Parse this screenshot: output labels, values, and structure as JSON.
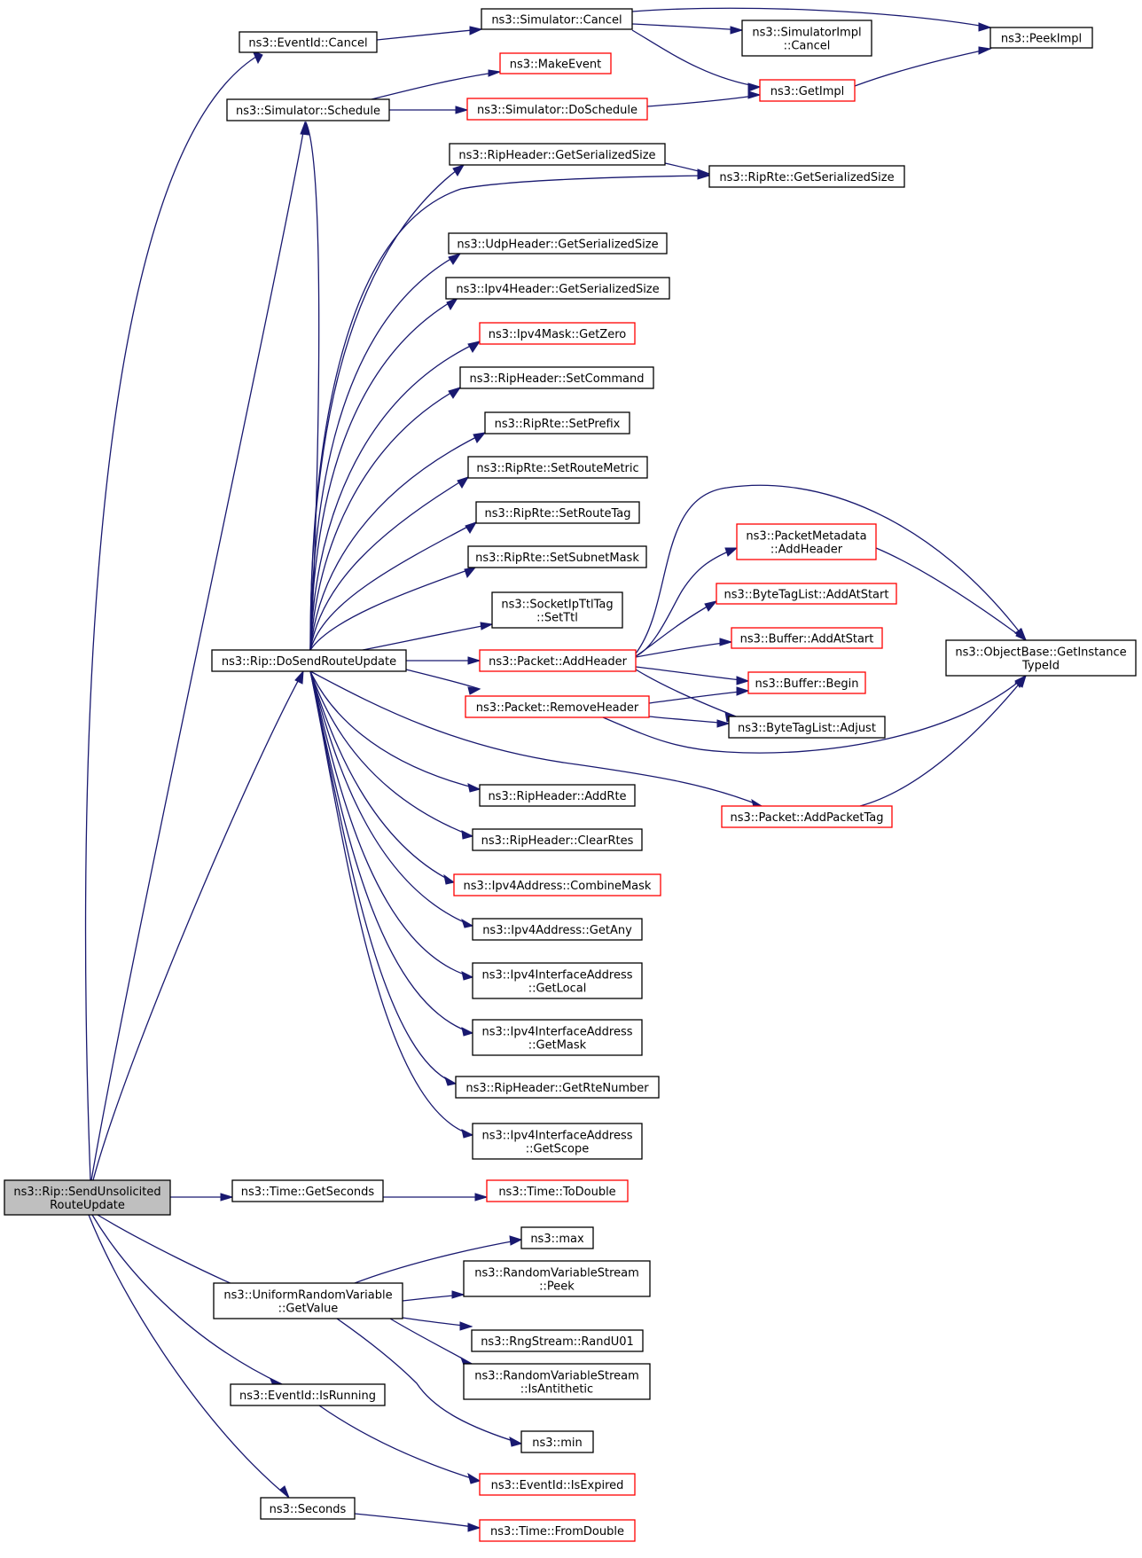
{
  "diagram": {
    "edge_color": "#191970",
    "red_border_color": "#ff0000",
    "root_fill_color": "#bfbfbf",
    "nodes": [
      {
        "id": "root",
        "lines": [
          "ns3::Rip::SendUnsolicited",
          "RouteUpdate"
        ],
        "style": "root"
      },
      {
        "id": "evcancel",
        "lines": [
          "ns3::EventId::Cancel"
        ],
        "style": "black"
      },
      {
        "id": "simcancel",
        "lines": [
          "ns3::Simulator::Cancel"
        ],
        "style": "black"
      },
      {
        "id": "simimplcancel",
        "lines": [
          "ns3::SimulatorImpl",
          "::Cancel"
        ],
        "style": "black"
      },
      {
        "id": "peekimpl",
        "lines": [
          "ns3::PeekImpl"
        ],
        "style": "black"
      },
      {
        "id": "getimpl",
        "lines": [
          "ns3::GetImpl"
        ],
        "style": "red"
      },
      {
        "id": "makeevent",
        "lines": [
          "ns3::MakeEvent"
        ],
        "style": "red"
      },
      {
        "id": "simschedule",
        "lines": [
          "ns3::Simulator::Schedule"
        ],
        "style": "black"
      },
      {
        "id": "dosched",
        "lines": [
          "ns3::Simulator::DoSchedule"
        ],
        "style": "red"
      },
      {
        "id": "ripgetsize",
        "lines": [
          "ns3::RipHeader::GetSerializedSize"
        ],
        "style": "black"
      },
      {
        "id": "rtegetsize",
        "lines": [
          "ns3::RipRte::GetSerializedSize"
        ],
        "style": "black"
      },
      {
        "id": "udpsize",
        "lines": [
          "ns3::UdpHeader::GetSerializedSize"
        ],
        "style": "black"
      },
      {
        "id": "ipv4size",
        "lines": [
          "ns3::Ipv4Header::GetSerializedSize"
        ],
        "style": "black"
      },
      {
        "id": "getzero",
        "lines": [
          "ns3::Ipv4Mask::GetZero"
        ],
        "style": "red"
      },
      {
        "id": "setcommand",
        "lines": [
          "ns3::RipHeader::SetCommand"
        ],
        "style": "black"
      },
      {
        "id": "setprefix",
        "lines": [
          "ns3::RipRte::SetPrefix"
        ],
        "style": "black"
      },
      {
        "id": "setroutemetric",
        "lines": [
          "ns3::RipRte::SetRouteMetric"
        ],
        "style": "black"
      },
      {
        "id": "setroutetag",
        "lines": [
          "ns3::RipRte::SetRouteTag"
        ],
        "style": "black"
      },
      {
        "id": "setsubnet",
        "lines": [
          "ns3::RipRte::SetSubnetMask"
        ],
        "style": "black"
      },
      {
        "id": "setttl",
        "lines": [
          "ns3::SocketIpTtlTag",
          "::SetTtl"
        ],
        "style": "black"
      },
      {
        "id": "dosend",
        "lines": [
          "ns3::Rip::DoSendRouteUpdate"
        ],
        "style": "black"
      },
      {
        "id": "pktaddheader",
        "lines": [
          "ns3::Packet::AddHeader"
        ],
        "style": "red"
      },
      {
        "id": "pmaddheader",
        "lines": [
          "ns3::PacketMetadata",
          "::AddHeader"
        ],
        "style": "red"
      },
      {
        "id": "btladdstart",
        "lines": [
          "ns3::ByteTagList::AddAtStart"
        ],
        "style": "red"
      },
      {
        "id": "bufaddstart",
        "lines": [
          "ns3::Buffer::AddAtStart"
        ],
        "style": "red"
      },
      {
        "id": "bufbegin",
        "lines": [
          "ns3::Buffer::Begin"
        ],
        "style": "red"
      },
      {
        "id": "btladjust",
        "lines": [
          "ns3::ByteTagList::Adjust"
        ],
        "style": "black"
      },
      {
        "id": "objbase",
        "lines": [
          "ns3::ObjectBase::GetInstance",
          "TypeId"
        ],
        "style": "black"
      },
      {
        "id": "pktremove",
        "lines": [
          "ns3::Packet::RemoveHeader"
        ],
        "style": "red"
      },
      {
        "id": "pktaddtag",
        "lines": [
          "ns3::Packet::AddPacketTag"
        ],
        "style": "red"
      },
      {
        "id": "addrte",
        "lines": [
          "ns3::RipHeader::AddRte"
        ],
        "style": "black"
      },
      {
        "id": "clearrtes",
        "lines": [
          "ns3::RipHeader::ClearRtes"
        ],
        "style": "black"
      },
      {
        "id": "combinemask",
        "lines": [
          "ns3::Ipv4Address::CombineMask"
        ],
        "style": "red"
      },
      {
        "id": "getany",
        "lines": [
          "ns3::Ipv4Address::GetAny"
        ],
        "style": "black"
      },
      {
        "id": "getlocal",
        "lines": [
          "ns3::Ipv4InterfaceAddress",
          "::GetLocal"
        ],
        "style": "black"
      },
      {
        "id": "getmask",
        "lines": [
          "ns3::Ipv4InterfaceAddress",
          "::GetMask"
        ],
        "style": "black"
      },
      {
        "id": "getrtenum",
        "lines": [
          "ns3::RipHeader::GetRteNumber"
        ],
        "style": "black"
      },
      {
        "id": "getscope",
        "lines": [
          "ns3::Ipv4InterfaceAddress",
          "::GetScope"
        ],
        "style": "black"
      },
      {
        "id": "getseconds",
        "lines": [
          "ns3::Time::GetSeconds"
        ],
        "style": "black"
      },
      {
        "id": "todouble",
        "lines": [
          "ns3::Time::ToDouble"
        ],
        "style": "red"
      },
      {
        "id": "max",
        "lines": [
          "ns3::max"
        ],
        "style": "black"
      },
      {
        "id": "urvgetvalue",
        "lines": [
          "ns3::UniformRandomVariable",
          "::GetValue"
        ],
        "style": "black"
      },
      {
        "id": "rvspeek",
        "lines": [
          "ns3::RandomVariableStream",
          "::Peek"
        ],
        "style": "black"
      },
      {
        "id": "randu01",
        "lines": [
          "ns3::RngStream::RandU01"
        ],
        "style": "black"
      },
      {
        "id": "isantithetic",
        "lines": [
          "ns3::RandomVariableStream",
          "::IsAntithetic"
        ],
        "style": "black"
      },
      {
        "id": "min",
        "lines": [
          "ns3::min"
        ],
        "style": "black"
      },
      {
        "id": "isrunning",
        "lines": [
          "ns3::EventId::IsRunning"
        ],
        "style": "black"
      },
      {
        "id": "isexpired",
        "lines": [
          "ns3::EventId::IsExpired"
        ],
        "style": "red"
      },
      {
        "id": "seconds",
        "lines": [
          "ns3::Seconds"
        ],
        "style": "black"
      },
      {
        "id": "fromdouble",
        "lines": [
          "ns3::Time::FromDouble"
        ],
        "style": "red"
      }
    ],
    "edges": [
      [
        "root",
        "evcancel"
      ],
      [
        "evcancel",
        "simcancel"
      ],
      [
        "simcancel",
        "simimplcancel"
      ],
      [
        "simcancel",
        "peekimpl"
      ],
      [
        "simcancel",
        "getimpl"
      ],
      [
        "getimpl",
        "peekimpl"
      ],
      [
        "root",
        "simschedule"
      ],
      [
        "simschedule",
        "makeevent"
      ],
      [
        "simschedule",
        "dosched"
      ],
      [
        "dosched",
        "getimpl"
      ],
      [
        "root",
        "dosend"
      ],
      [
        "dosend",
        "simschedule"
      ],
      [
        "dosend",
        "ripgetsize"
      ],
      [
        "ripgetsize",
        "rtegetsize"
      ],
      [
        "dosend",
        "rtegetsize"
      ],
      [
        "dosend",
        "udpsize"
      ],
      [
        "dosend",
        "ipv4size"
      ],
      [
        "dosend",
        "getzero"
      ],
      [
        "dosend",
        "setcommand"
      ],
      [
        "dosend",
        "setprefix"
      ],
      [
        "dosend",
        "setroutemetric"
      ],
      [
        "dosend",
        "setroutetag"
      ],
      [
        "dosend",
        "setsubnet"
      ],
      [
        "dosend",
        "setttl"
      ],
      [
        "dosend",
        "pktaddheader"
      ],
      [
        "pktaddheader",
        "pmaddheader"
      ],
      [
        "pktaddheader",
        "btladdstart"
      ],
      [
        "pktaddheader",
        "bufaddstart"
      ],
      [
        "pktaddheader",
        "bufbegin"
      ],
      [
        "pktaddheader",
        "btladjust"
      ],
      [
        "pktaddheader",
        "objbase"
      ],
      [
        "pmaddheader",
        "objbase"
      ],
      [
        "dosend",
        "pktremove"
      ],
      [
        "pktremove",
        "bufbegin"
      ],
      [
        "pktremove",
        "btladjust"
      ],
      [
        "pktremove",
        "objbase"
      ],
      [
        "dosend",
        "pktaddtag"
      ],
      [
        "pktaddtag",
        "objbase"
      ],
      [
        "dosend",
        "addrte"
      ],
      [
        "dosend",
        "clearrtes"
      ],
      [
        "dosend",
        "combinemask"
      ],
      [
        "dosend",
        "getany"
      ],
      [
        "dosend",
        "getlocal"
      ],
      [
        "dosend",
        "getmask"
      ],
      [
        "dosend",
        "getrtenum"
      ],
      [
        "dosend",
        "getscope"
      ],
      [
        "root",
        "getseconds"
      ],
      [
        "getseconds",
        "todouble"
      ],
      [
        "root",
        "urvgetvalue"
      ],
      [
        "urvgetvalue",
        "max"
      ],
      [
        "urvgetvalue",
        "rvspeek"
      ],
      [
        "urvgetvalue",
        "randu01"
      ],
      [
        "urvgetvalue",
        "isantithetic"
      ],
      [
        "urvgetvalue",
        "min"
      ],
      [
        "root",
        "isrunning"
      ],
      [
        "isrunning",
        "isexpired"
      ],
      [
        "root",
        "seconds"
      ],
      [
        "seconds",
        "fromdouble"
      ]
    ]
  }
}
